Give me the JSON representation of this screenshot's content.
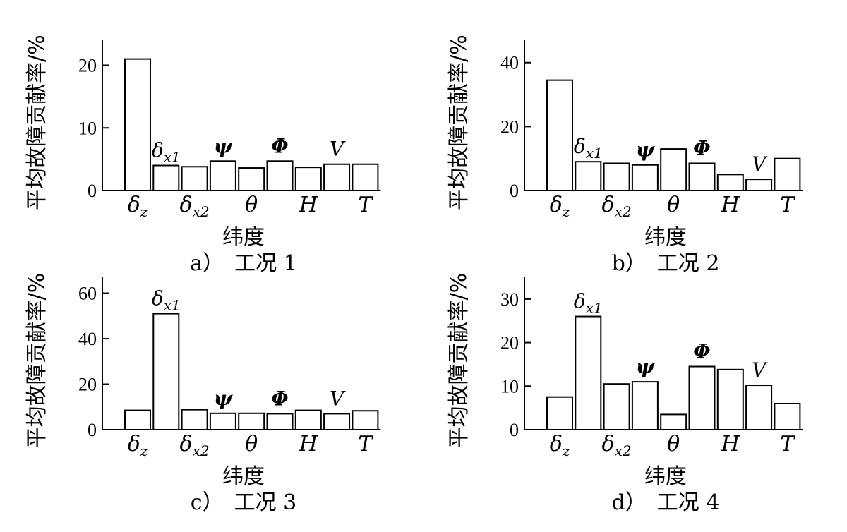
{
  "chart_data": [
    {
      "type": "bar",
      "caption": "a）　工况 1",
      "ylabel": "平均故障贡献率/%",
      "xlabel": "纬度",
      "ylim": [
        0,
        24
      ],
      "yticks": [
        0,
        10,
        20
      ],
      "categories": [
        "δz",
        "δx1",
        "δx2",
        "ψ",
        "θ",
        "Φ",
        "H",
        "V",
        "T"
      ],
      "values": [
        21,
        4,
        3.8,
        4.7,
        3.6,
        4.7,
        3.7,
        4.2,
        4.2
      ],
      "top_labels": [
        "",
        "δx1",
        "",
        "ψ",
        "",
        "Φ",
        "",
        "V",
        ""
      ],
      "bottom_labels": [
        "δz",
        "",
        "δx2",
        "",
        "θ",
        "",
        "H",
        "",
        "T"
      ]
    },
    {
      "type": "bar",
      "caption": "b）　工况 2",
      "ylabel": "平均故障贡献率/%",
      "xlabel": "纬度",
      "ylim": [
        0,
        47
      ],
      "yticks": [
        0,
        20,
        40
      ],
      "categories": [
        "δz",
        "δx1",
        "δx2",
        "ψ",
        "θ",
        "Φ",
        "H",
        "V",
        "T"
      ],
      "values": [
        34.5,
        9,
        8.5,
        8,
        13,
        8.5,
        5,
        3.5,
        10
      ],
      "top_labels": [
        "",
        "δx1",
        "",
        "ψ",
        "",
        "Φ",
        "",
        "V",
        ""
      ],
      "bottom_labels": [
        "δz",
        "",
        "δx2",
        "",
        "θ",
        "",
        "H",
        "",
        "T"
      ]
    },
    {
      "type": "bar",
      "caption": "c）　工况 3",
      "ylabel": "平均故障贡献率/%",
      "xlabel": "纬度",
      "ylim": [
        0,
        67
      ],
      "yticks": [
        0,
        20,
        40,
        60
      ],
      "categories": [
        "δz",
        "δx1",
        "δx2",
        "ψ",
        "θ",
        "Φ",
        "H",
        "V",
        "T"
      ],
      "values": [
        8.5,
        51,
        8.8,
        7.2,
        7.2,
        7,
        8.5,
        7,
        8.3
      ],
      "top_labels": [
        "",
        "δx1",
        "",
        "ψ",
        "",
        "Φ",
        "",
        "V",
        ""
      ],
      "bottom_labels": [
        "δz",
        "",
        "δx2",
        "",
        "θ",
        "",
        "H",
        "",
        "T"
      ]
    },
    {
      "type": "bar",
      "caption": "d）　工况 4",
      "ylabel": "平均故障贡献率/%",
      "xlabel": "纬度",
      "ylim": [
        0,
        35
      ],
      "yticks": [
        0,
        10,
        20,
        30
      ],
      "categories": [
        "δz",
        "δx1",
        "δx2",
        "ψ",
        "θ",
        "Φ",
        "H",
        "V",
        "T"
      ],
      "values": [
        7.5,
        26,
        10.5,
        11,
        3.5,
        14.5,
        13.8,
        10.2,
        6
      ],
      "top_labels": [
        "",
        "δx1",
        "",
        "ψ",
        "",
        "Φ",
        "",
        "V",
        ""
      ],
      "bottom_labels": [
        "δz",
        "",
        "δx2",
        "",
        "θ",
        "",
        "H",
        "",
        "T"
      ]
    }
  ]
}
